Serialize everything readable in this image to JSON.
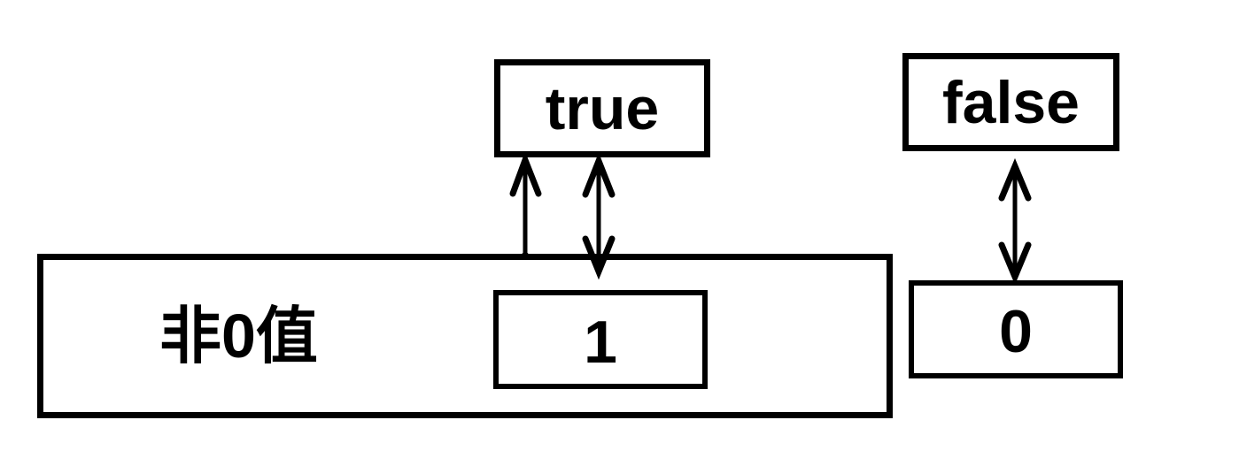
{
  "diagram": {
    "title_semantic": "truthy-falsy-boolean-mapping",
    "colors": {
      "background": "#ffffff",
      "line": "#000000",
      "text": "#000000"
    },
    "boxes": {
      "true_box": {
        "label": "true"
      },
      "false_box": {
        "label": "false"
      },
      "nonzero_box": {
        "label": "非0值"
      },
      "one_box": {
        "label": "1"
      },
      "zero_box": {
        "label": "0"
      }
    },
    "arrows": [
      {
        "name": "arrow-nonzero-to-true",
        "from": "非0值",
        "to": "true",
        "direction": "up"
      },
      {
        "name": "arrow-one-true-bidirectional",
        "from": "1",
        "to": "true",
        "direction": "both"
      },
      {
        "name": "arrow-zero-false-bidirectional",
        "from": "0",
        "to": "false",
        "direction": "both"
      }
    ]
  }
}
